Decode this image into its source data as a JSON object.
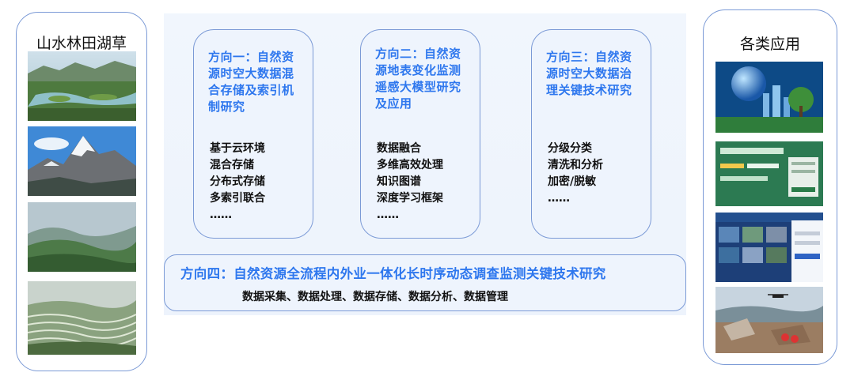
{
  "left_panel": {
    "title": "山水林田湖草",
    "images": [
      "lake-landscape",
      "snow-mountain",
      "forest-hills",
      "terraced-fields"
    ]
  },
  "right_panel": {
    "title": "各类应用",
    "images": [
      "digital-earth-city",
      "data-dashboard-screen",
      "management-system-screen",
      "drone-disaster-survey"
    ]
  },
  "directions": [
    {
      "title": "方向一：自然资源时空大数据混合存储及索引机制研究",
      "items": [
        "基于云环境",
        "混合存储",
        "分布式存储",
        "多索引联合",
        "……"
      ]
    },
    {
      "title": "方向二：自然资源地表变化监测遥感大模型研究及应用",
      "items": [
        "数据融合",
        "多维高效处理",
        "知识图谱",
        "深度学习框架",
        "……"
      ]
    },
    {
      "title": "方向三：自然资源时空大数据治理关键技术研究",
      "items": [
        "分级分类",
        "清洗和分析",
        "加密/脱敏",
        "……"
      ]
    }
  ],
  "direction4": {
    "title": "方向四：自然资源全流程内外业一体化长时序动态调查监测关键技术研究",
    "items": "数据采集、数据处理、数据存储、数据分析、数据管理"
  },
  "colors": {
    "accent": "#2e77ee",
    "border": "#7b9ad6",
    "card_bg": "#eef4fd"
  }
}
